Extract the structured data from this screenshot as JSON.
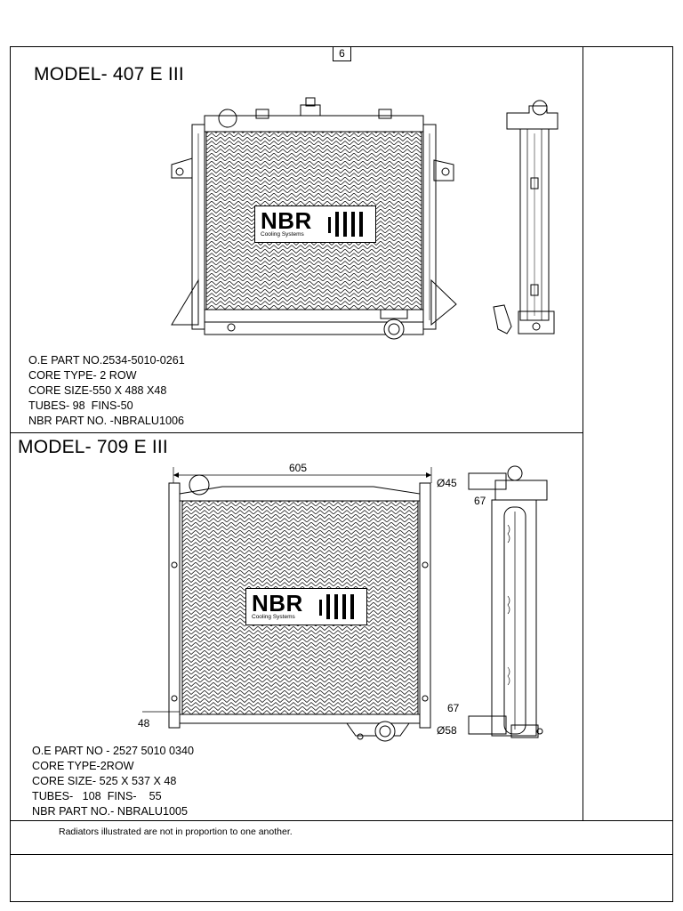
{
  "page_number": "6",
  "footnote": "Radiators illustrated are not in proportion to one another.",
  "models": [
    {
      "title": "MODEL- 407 E III",
      "brand": "NBR",
      "brand_sub": "Cooling Systems",
      "specs": [
        "O.E PART NO.2534-5010-0261",
        "CORE TYPE- 2 ROW",
        "CORE SIZE-550 X 488 X48",
        "TUBES- 98  FINS-50",
        "NBR PART NO. -NBRALU1006"
      ]
    },
    {
      "title": "MODEL- 709 E III",
      "brand": "NBR",
      "brand_sub": "Cooling Systems",
      "dimensions": {
        "width": "605",
        "depth": "48",
        "inlet_dia": "Ø45",
        "inlet_len": "67",
        "outlet_len": "67",
        "outlet_dia": "Ø58"
      },
      "specs": [
        "O.E PART NO - 2527 5010 0340",
        "CORE TYPE-2ROW",
        "CORE SIZE- 525 X 537 X 48",
        "TUBES-   108  FINS-    55",
        "NBR PART NO.- NBRALU1005"
      ]
    }
  ]
}
